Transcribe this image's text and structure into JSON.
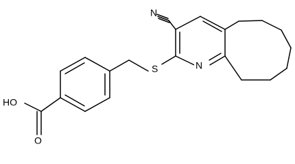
{
  "molecule": {
    "atoms": {
      "nitrile_n": "N",
      "pyridine_n": "N",
      "sulfur": "S",
      "hydroxyl": "HO",
      "carbonyl_o": "O"
    }
  }
}
